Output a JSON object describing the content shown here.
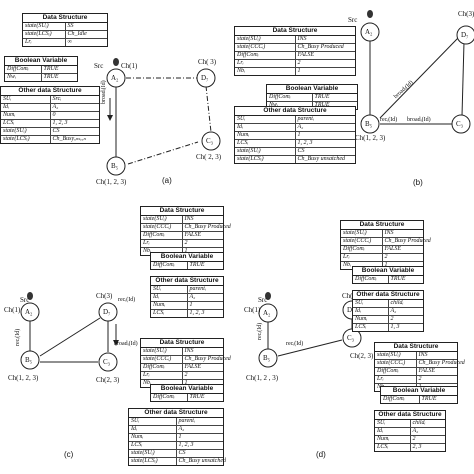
{
  "captions": {
    "a": "(a)",
    "b": "(b)",
    "c": "(c)",
    "d": "(d)"
  },
  "labels": {
    "src": "Src",
    "ch1": "Ch(1)",
    "ch3": "Ch( 3)",
    "ch3b": "Ch(3)",
    "ch23": "Ch( 2, 3)",
    "ch2_3": "Ch(2, 3)",
    "ch123": "Ch(1, 2, 3)",
    "ch123b": "Ch(1, 2 , 3)",
    "broad": "broadᵢ(Id)",
    "rec": "recᵢ(Id)"
  },
  "nodes": {
    "a2": "A₂",
    "b5": "B₅",
    "c3": "C₃",
    "d7": "D₇"
  },
  "panel_a": {
    "top_header": "Data Structure",
    "top_rows": [
      [
        "state(SUᵢ)",
        "SS"
      ],
      [
        "state(LCSᵢ)",
        "Ch_Idle"
      ],
      [
        "Lrᵢ",
        "∞"
      ]
    ],
    "bool_header": "Boolean Variable",
    "bool_rows": [
      [
        "DiffComᵢ",
        "TRUE"
      ],
      [
        "Nwᵢ",
        "TRUE"
      ]
    ],
    "other_header": "Other data Structure",
    "other_rows": [
      [
        "SUᵢ",
        "Srcᵢ"
      ],
      [
        "Idᵢ",
        "A₂"
      ],
      [
        "Numᵢ",
        "0"
      ],
      [
        "LCSᵢ",
        "1, 2, 3"
      ],
      [
        "state(SUᵢ)",
        "CS"
      ],
      [
        "state(LCSᵢ)",
        "Ch_Busyᵤₙₛₑₑₙ"
      ]
    ]
  },
  "panel_b": {
    "top_header": "Data Structure",
    "top_rows": [
      [
        "state(SUᵢ)",
        "INS"
      ],
      [
        "state(CCCᵢ)",
        "Ch_Busy Produced"
      ],
      [
        "DiffComᵢ",
        "FALSE"
      ],
      [
        "Lrᵢ",
        "2"
      ],
      [
        "Nbᵢ",
        "1"
      ]
    ],
    "bool_header": "Boolean Variable",
    "bool_rows": [
      [
        "DiffComᵢ",
        "TRUE"
      ],
      [
        "Nwᵢ",
        "TRUE"
      ]
    ],
    "other_header": "Other data Structure",
    "other_rows": [
      [
        "SUᵢ",
        "parentᵢ"
      ],
      [
        "Idᵢ",
        "A₂"
      ],
      [
        "Numᵢ",
        "1"
      ],
      [
        "LCSᵢ",
        "1, 2, 3"
      ],
      [
        "state(SUᵢ)",
        "CS"
      ],
      [
        "state(LCSᵢ)",
        "Ch_Busy unsatched"
      ]
    ]
  },
  "panel_c": {
    "top_header": "Data Structure",
    "top_rows": [
      [
        "state(SUᵢ)",
        "INS"
      ],
      [
        "state(CCCᵢ)",
        "Ch_Busy Produced"
      ],
      [
        "DiffComᵢ",
        "FALSE"
      ],
      [
        "Lrᵢ",
        "2"
      ],
      [
        "Nbᵢ",
        "1"
      ]
    ],
    "bool_header": "Boolean Variable",
    "bool_rows": [
      [
        "DiffComᵢ",
        "TRUE"
      ]
    ],
    "other_header": "Other data Structure",
    "other_rows": [
      [
        "SUᵢ",
        "parentᵢ"
      ],
      [
        "Idᵢ",
        "A₂"
      ],
      [
        "Numᵢ",
        "1"
      ],
      [
        "LCSᵢ",
        "1, 2, 3"
      ]
    ],
    "bot_header": "Data Structure",
    "bot_rows": [
      [
        "state(SUᵢ)",
        "INS"
      ],
      [
        "state(CCCᵢ)",
        "Ch_Busy Produced"
      ],
      [
        "DiffComᵢ",
        "FALSE"
      ],
      [
        "Lrᵢ",
        "2"
      ],
      [
        "Nbᵢ",
        "1"
      ]
    ],
    "bot_bool_header": "Boolean Variable",
    "bot_bool_rows": [
      [
        "DiffComᵢ",
        "TRUE"
      ]
    ],
    "bot_other_header": "Other data Structure",
    "bot_other_rows": [
      [
        "SUᵢ",
        "parentᵢ"
      ],
      [
        "Idᵢ",
        "A₂"
      ],
      [
        "Numᵢ",
        "1"
      ],
      [
        "LCSᵢ",
        "1, 2, 3"
      ],
      [
        "state(SUᵢ)",
        "CS"
      ],
      [
        "state(LCSᵢ)",
        "Ch_Busy unsatched"
      ]
    ]
  },
  "panel_d": {
    "top_header": "Data Structure",
    "top_rows": [
      [
        "state(SUᵢ)",
        "INS"
      ],
      [
        "state(CCCᵢ)",
        "Ch_Busy Produced"
      ],
      [
        "DiffComᵢ",
        "FALSE"
      ],
      [
        "Lrᵢ",
        "2"
      ],
      [
        "Nbᵢ",
        "1"
      ]
    ],
    "bool_header": "Boolean Variable",
    "bool_rows": [
      [
        "DiffComᵢ",
        "TRUE"
      ]
    ],
    "other_header": "Other data Structure",
    "other_rows": [
      [
        "SUᵢ",
        "childᵢ"
      ],
      [
        "Idᵢ",
        "A₂"
      ],
      [
        "Numᵢ",
        "2"
      ],
      [
        "LCSᵢ",
        "1, 3"
      ]
    ],
    "bot_header": "Data Structure",
    "bot_rows": [
      [
        "state(SUᵢ)",
        "INS"
      ],
      [
        "state(CCCᵢ)",
        "Ch_Busy Produced"
      ],
      [
        "DiffComᵢ",
        "FALSE"
      ],
      [
        "Lrᵢ",
        "2"
      ],
      [
        "Nbᵢ",
        "1"
      ]
    ],
    "bot_bool_header": "Boolean Variable",
    "bot_bool_rows": [
      [
        "DiffComᵢ",
        "TRUE"
      ]
    ],
    "bot_other_header": "Other data Structure",
    "bot_other_rows": [
      [
        "SUᵢ",
        "childᵢ"
      ],
      [
        "Idᵢ",
        "A₂"
      ],
      [
        "Numᵢ",
        "2"
      ],
      [
        "LCSᵢ",
        "2, 3"
      ]
    ]
  }
}
